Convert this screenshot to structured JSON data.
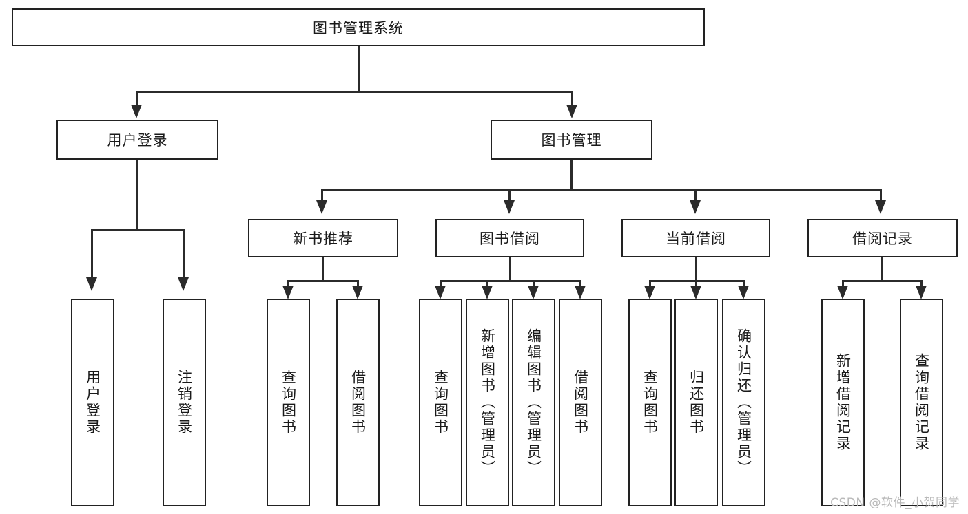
{
  "diagram": {
    "title": "图书管理系统",
    "type": "tree",
    "root": {
      "id": "root",
      "label": "图书管理系统",
      "orientation": "horizontal"
    },
    "level1": [
      {
        "id": "user-login",
        "label": "用户登录",
        "orientation": "horizontal"
      },
      {
        "id": "book-management",
        "label": "图书管理",
        "orientation": "horizontal"
      }
    ],
    "level2": [
      {
        "id": "new-book-recommend",
        "label": "新书推荐",
        "orientation": "horizontal",
        "parent": "book-management"
      },
      {
        "id": "book-borrow",
        "label": "图书借阅",
        "orientation": "horizontal",
        "parent": "book-management"
      },
      {
        "id": "current-borrow",
        "label": "当前借阅",
        "orientation": "horizontal",
        "parent": "book-management"
      },
      {
        "id": "borrow-record",
        "label": "借阅记录",
        "orientation": "horizontal",
        "parent": "book-management"
      }
    ],
    "leaves": {
      "user_login": [
        {
          "id": "leaf-user-login",
          "label": "用户登录"
        },
        {
          "id": "leaf-user-logout",
          "label": "注销登录"
        }
      ],
      "new_book_recommend": [
        {
          "id": "leaf-query-book-1",
          "label": "查询图书"
        },
        {
          "id": "leaf-borrow-book-1",
          "label": "借阅图书"
        }
      ],
      "book_borrow": [
        {
          "id": "leaf-query-book-2",
          "label": "查询图书"
        },
        {
          "id": "leaf-add-book",
          "label": "新增图书（管理员）"
        },
        {
          "id": "leaf-edit-book",
          "label": "编辑图书（管理员）"
        },
        {
          "id": "leaf-borrow-book-2",
          "label": "借阅图书"
        }
      ],
      "current_borrow": [
        {
          "id": "leaf-query-book-3",
          "label": "查询图书"
        },
        {
          "id": "leaf-return-book",
          "label": "归还图书"
        },
        {
          "id": "leaf-confirm-return",
          "label": "确认归还（管理员）"
        }
      ],
      "borrow_record": [
        {
          "id": "leaf-add-record",
          "label": "新增借阅记录"
        },
        {
          "id": "leaf-query-record",
          "label": "查询借阅记录"
        }
      ]
    }
  },
  "watermark": {
    "text": "CSDN @软件_小贺同学"
  },
  "colors": {
    "border": "#222222",
    "connector": "#2b2b2b",
    "background": "#ffffff",
    "text": "#1a1a1a",
    "watermark": "#b9b9b9"
  }
}
